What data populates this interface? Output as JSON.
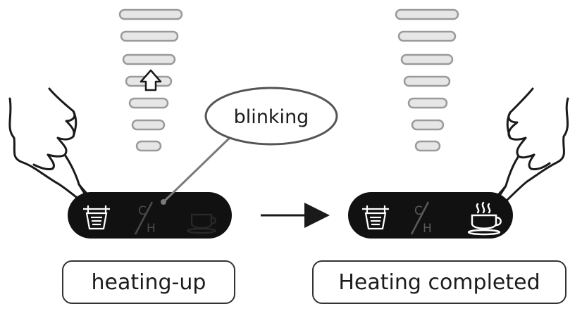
{
  "callout": {
    "text": "blinking"
  },
  "left_panel": {
    "state_label": "heating-up",
    "bar_count": 7,
    "indicator": "up-arrow-icon",
    "icons": [
      "cup-level-icon",
      "celsius-fahrenheit-icon",
      "coffee-cup-icon"
    ]
  },
  "right_panel": {
    "state_label": "Heating completed",
    "bar_count": 7,
    "icons": [
      "cup-level-icon",
      "celsius-fahrenheit-icon",
      "coffee-cup-icon"
    ]
  },
  "symbols": {
    "c": "C",
    "h": "H"
  },
  "colors": {
    "panel": "#111111",
    "bar_fill": "#e6e6e6",
    "bar_stroke": "#9a9a9a",
    "dim_icon": "#4a4a4a",
    "lit_icon": "#ffffff",
    "line": "#1a1a1a"
  }
}
